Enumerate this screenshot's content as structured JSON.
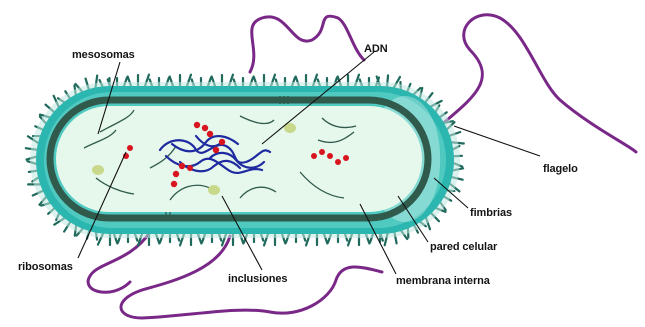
{
  "labels": {
    "mesosomas": "mesosomas",
    "adn": "ADN",
    "flagelo": "flagelo",
    "fimbrias": "fimbrias",
    "pared_celular": "pared celular",
    "membrana_interna": "membrana interna",
    "inclusiones": "inclusiones",
    "ribosomas": "ribosomas"
  },
  "colors": {
    "fimbriae": "#1f6a5c",
    "cell_wall": "#2bb6b0",
    "cell_wall_highlight": "#7fe3d6",
    "inner_membrane": "#2f5a4c",
    "cytoplasm": "#e6f7ec",
    "flagellum": "#7a2888",
    "dna": "#1f2aa0",
    "ribosomes": "#d8141e",
    "inclusions": "#c8d88a",
    "pointer": "#111111"
  }
}
